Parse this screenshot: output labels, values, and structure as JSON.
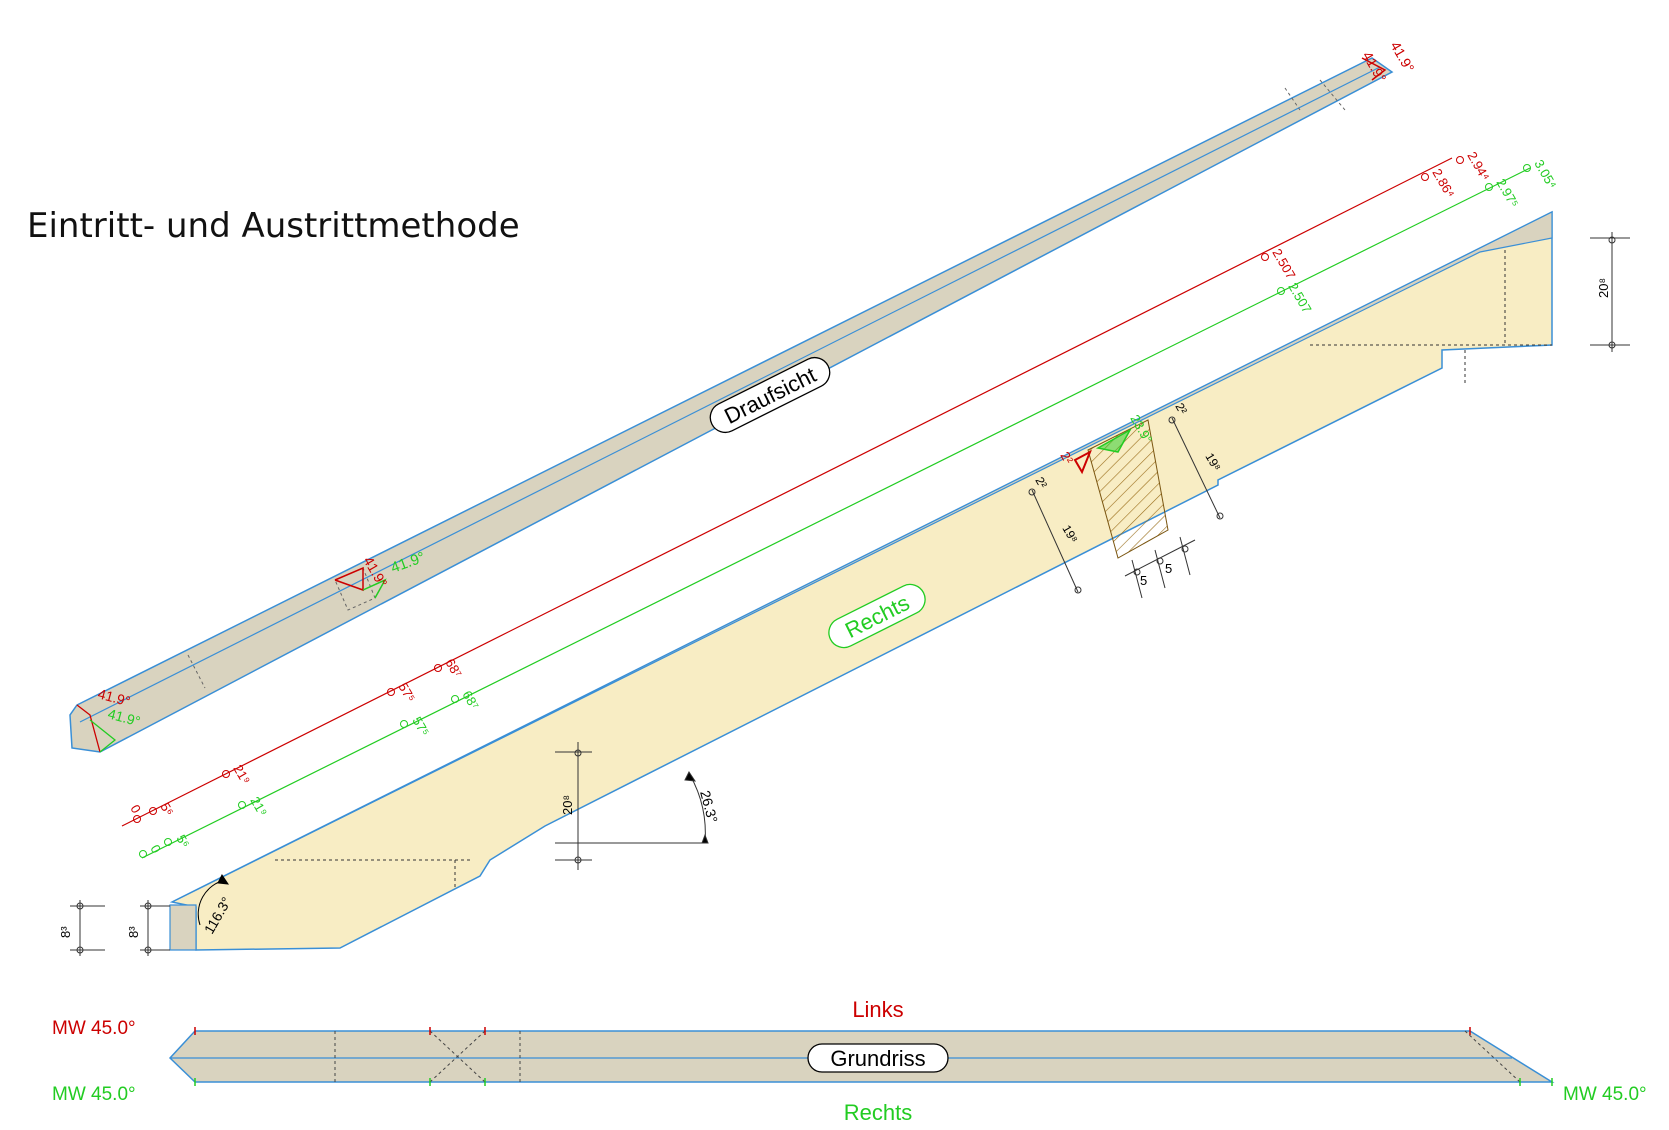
{
  "title": "Eintritt- und Austrittmethode",
  "colors": {
    "red": "#cc0000",
    "green": "#22cc22",
    "outline": "#3a8fd6",
    "beam_fill": "#d9d3bf",
    "wood_fill": "#f8edc4",
    "hatch": "#9a6d1a"
  },
  "views": {
    "top": "Draufsicht",
    "right": "Rechts",
    "plan": "Grundriss",
    "links_label": "Links",
    "rechts_label": "Rechts"
  },
  "mw": {
    "top_left": "MW 45.0°",
    "bottom_left": "MW 45.0°",
    "bottom_right": "MW 45.0°"
  },
  "top_angles": {
    "upper_right_red_a": "41.9°",
    "upper_right_red_b": "41.9°",
    "mid_red": "41.9°",
    "mid_green": "41.9°",
    "left_red": "41.9°",
    "left_green": "41.9°"
  },
  "red_dims": [
    "0",
    "5⁶",
    "21⁹",
    "57⁵",
    "68⁷",
    "2.507",
    "2.86⁴",
    "2.94⁴"
  ],
  "green_dims": [
    "0",
    "5⁶",
    "21⁹",
    "57⁵",
    "68⁷",
    "2.507",
    "2.97⁵",
    "3.05⁴"
  ],
  "beam_dims": {
    "right_height": "20⁸",
    "mid_height": "20⁸",
    "left_outer": "8³",
    "left_inner": "8³",
    "slope_angle": "26.3°",
    "foot_angle": "116.3°",
    "notch_depth_a": "2²",
    "notch_depth_b": "2²",
    "notch_height_a": "19⁸",
    "notch_height_b": "19⁸",
    "notch_red": "2²",
    "notch_green": "23.9°",
    "slot_a": "5",
    "slot_b": "5"
  }
}
